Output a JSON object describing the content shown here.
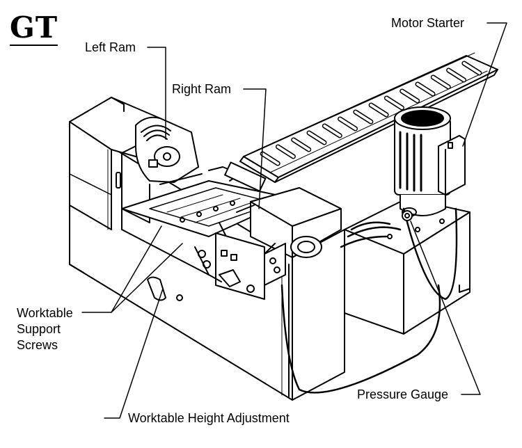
{
  "brand": {
    "logo_text": "GT"
  },
  "labels": {
    "left_ram": "Left Ram",
    "right_ram": "Right Ram",
    "motor_starter": "Motor Starter",
    "worktable_support_screws": [
      "Worktable",
      "Support",
      "Screws"
    ],
    "pressure_gauge": "Pressure Gauge",
    "worktable_height_adjustment": "Worktable Height Adjustment"
  }
}
